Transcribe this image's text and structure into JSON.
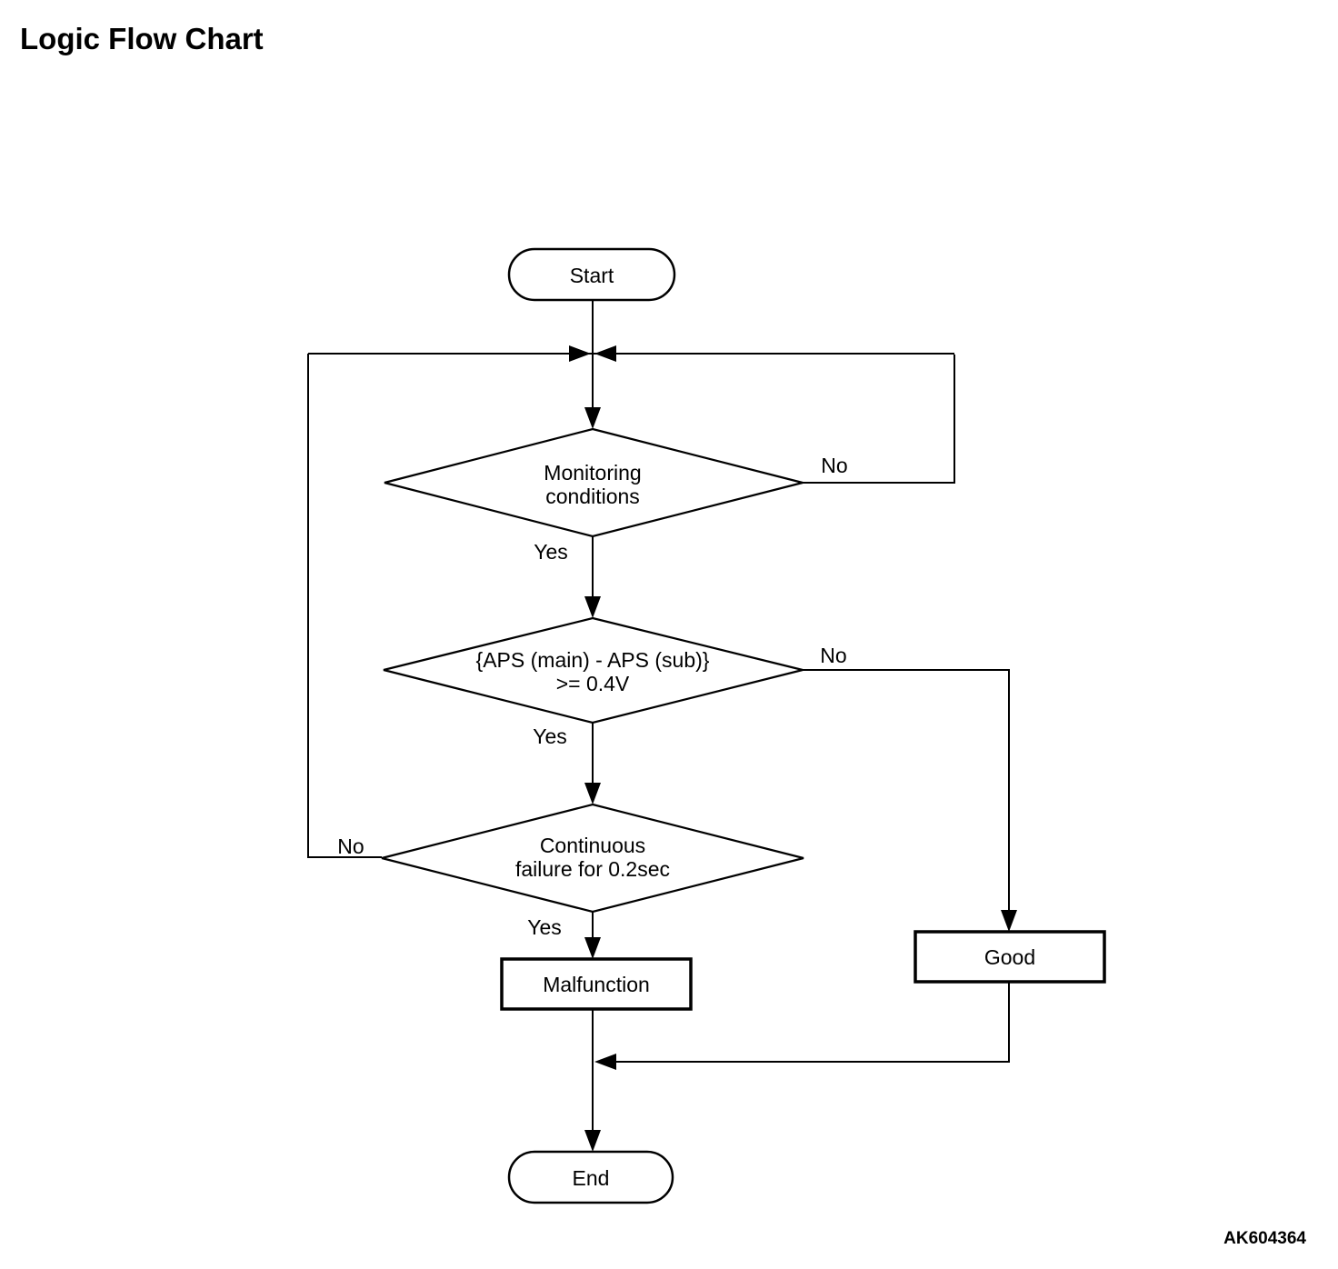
{
  "page": {
    "title": "Logic Flow Chart",
    "figure_code": "AK604364"
  },
  "flowchart": {
    "start": {
      "label": "Start"
    },
    "decision_monitoring": {
      "line1": "Monitoring",
      "line2": "conditions",
      "yes": "Yes",
      "no": "No"
    },
    "decision_aps": {
      "line1": "{APS (main) - APS (sub)}",
      "line2": ">= 0.4V",
      "yes": "Yes",
      "no": "No"
    },
    "decision_continuous": {
      "line1": "Continuous",
      "line2": "failure for 0.2sec",
      "yes": "Yes",
      "no": "No"
    },
    "process_malfunction": {
      "label": "Malfunction"
    },
    "process_good": {
      "label": "Good"
    },
    "end": {
      "label": "End"
    }
  },
  "colors": {
    "background": "#ffffff",
    "line": "#000000",
    "text": "#000000"
  }
}
